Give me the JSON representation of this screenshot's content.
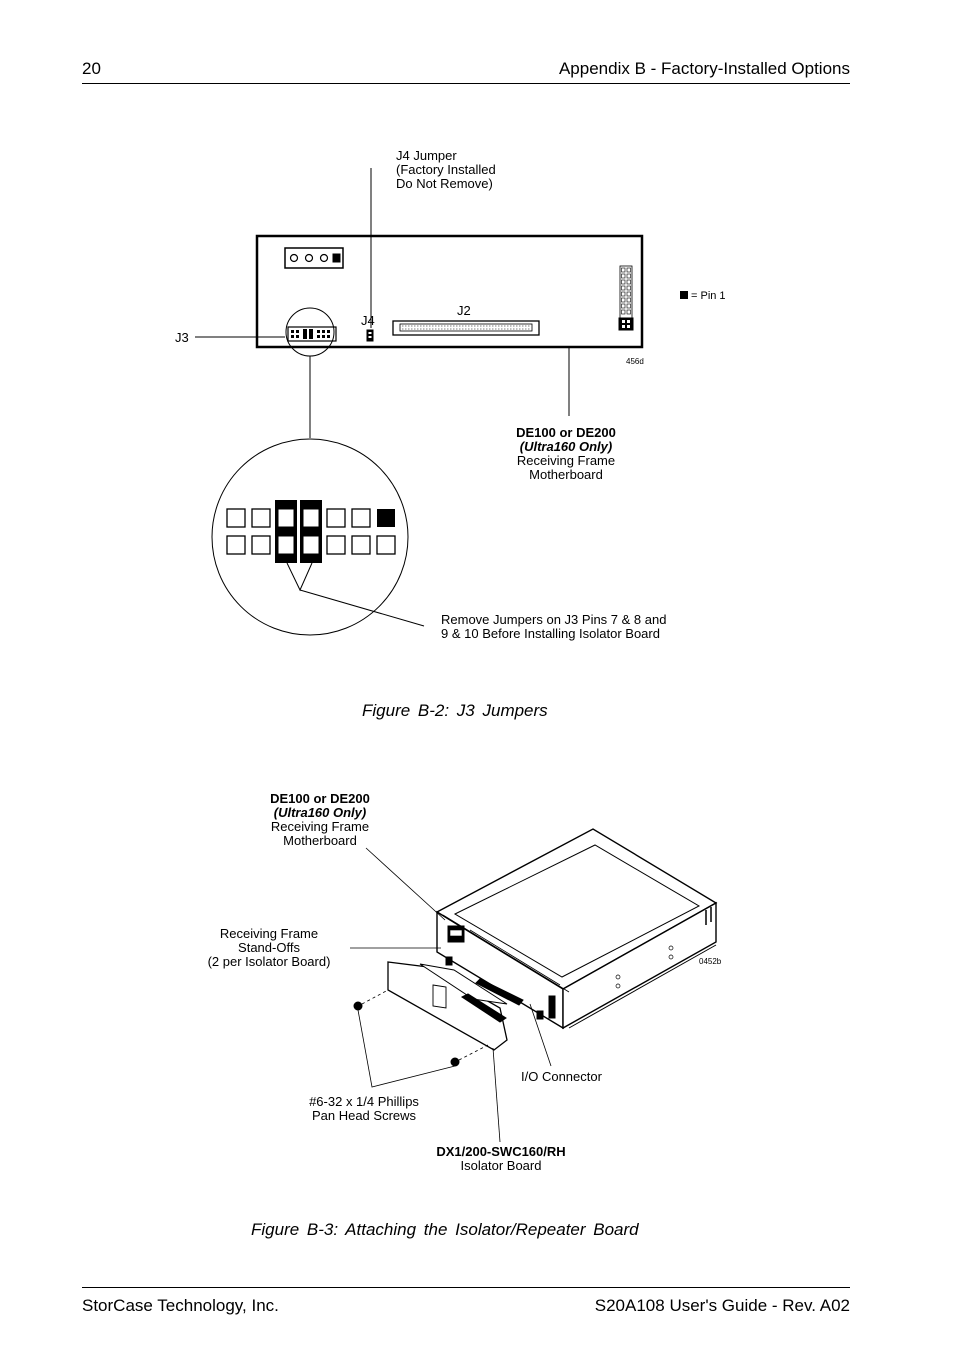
{
  "header": {
    "page_number": "20",
    "section_title": "Appendix B - Factory-Installed Options"
  },
  "figure_b2": {
    "j4_callout_line1": "J4 Jumper",
    "j4_callout_line2": "(Factory Installed",
    "j4_callout_line3": "Do Not Remove)",
    "j3_label": "J3",
    "j4_label": "J4",
    "j2_label": "J2",
    "pin1_legend": "= Pin 1",
    "drawing_code": "456d",
    "board_line1": "DE100 or DE200",
    "board_line2": "(Ultra160 Only)",
    "board_line3": "Receiving Frame",
    "board_line4": "Motherboard",
    "remove_line1": "Remove Jumpers on J3 Pins 7 & 8 and",
    "remove_line2": "9 & 10 Before Installing Isolator Board",
    "caption": "Figure B-2:  J3 Jumpers"
  },
  "figure_b3": {
    "board_line1": "DE100 or DE200",
    "board_line2": "(Ultra160 Only)",
    "board_line3": "Receiving Frame",
    "board_line4": "Motherboard",
    "standoffs_line1": "Receiving Frame",
    "standoffs_line2": "Stand-Offs",
    "standoffs_line3": "(2 per Isolator Board)",
    "drawing_code": "0452b",
    "io_connector": "I/O Connector",
    "screws_line1": "#6-32 x 1/4 Phillips",
    "screws_line2": "Pan Head Screws",
    "isolator_line1": "DX1/200-SWC160/RH",
    "isolator_line2": "Isolator Board",
    "caption": "Figure B-3:  Attaching the Isolator/Repeater Board"
  },
  "footer": {
    "company": "StorCase Technology, Inc.",
    "document": "S20A108 User's Guide - Rev. A02"
  }
}
